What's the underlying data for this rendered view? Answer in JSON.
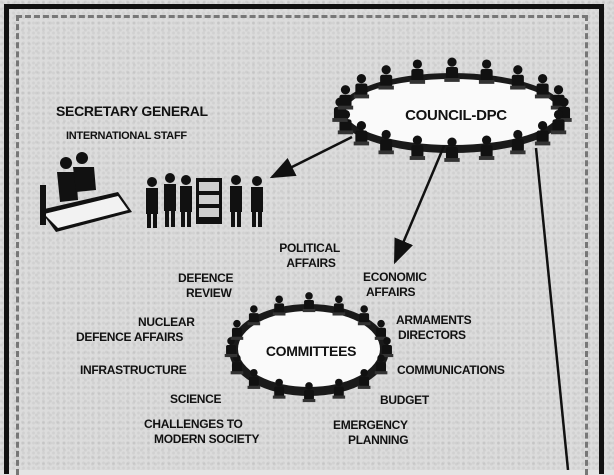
{
  "secretary": {
    "title": "SECRETARY GENERAL",
    "subtitle": "INTERNATIONAL STAFF"
  },
  "council": {
    "label": "COUNCIL-DPC"
  },
  "committees": {
    "center_label": "COMMITTEES",
    "items": {
      "political_affairs": [
        "POLITICAL",
        "AFFAIRS"
      ],
      "economic_affairs": [
        "ECONOMIC",
        "AFFAIRS"
      ],
      "defence_review": [
        "DEFENCE",
        "REVIEW"
      ],
      "nuclear_defence_affairs": [
        "NUCLEAR",
        "DEFENCE AFFAIRS"
      ],
      "armaments_directors": [
        "ARMAMENTS",
        "DIRECTORS"
      ],
      "infrastructure": [
        "INFRASTRUCTURE"
      ],
      "communications": [
        "COMMUNICATIONS"
      ],
      "science": [
        "SCIENCE"
      ],
      "budget": [
        "BUDGET"
      ],
      "challenges_to_modern_society": [
        "CHALLENGES TO",
        "MODERN SOCIETY"
      ],
      "emergency_planning": [
        "EMERGENCY",
        "PLANNING"
      ]
    }
  }
}
